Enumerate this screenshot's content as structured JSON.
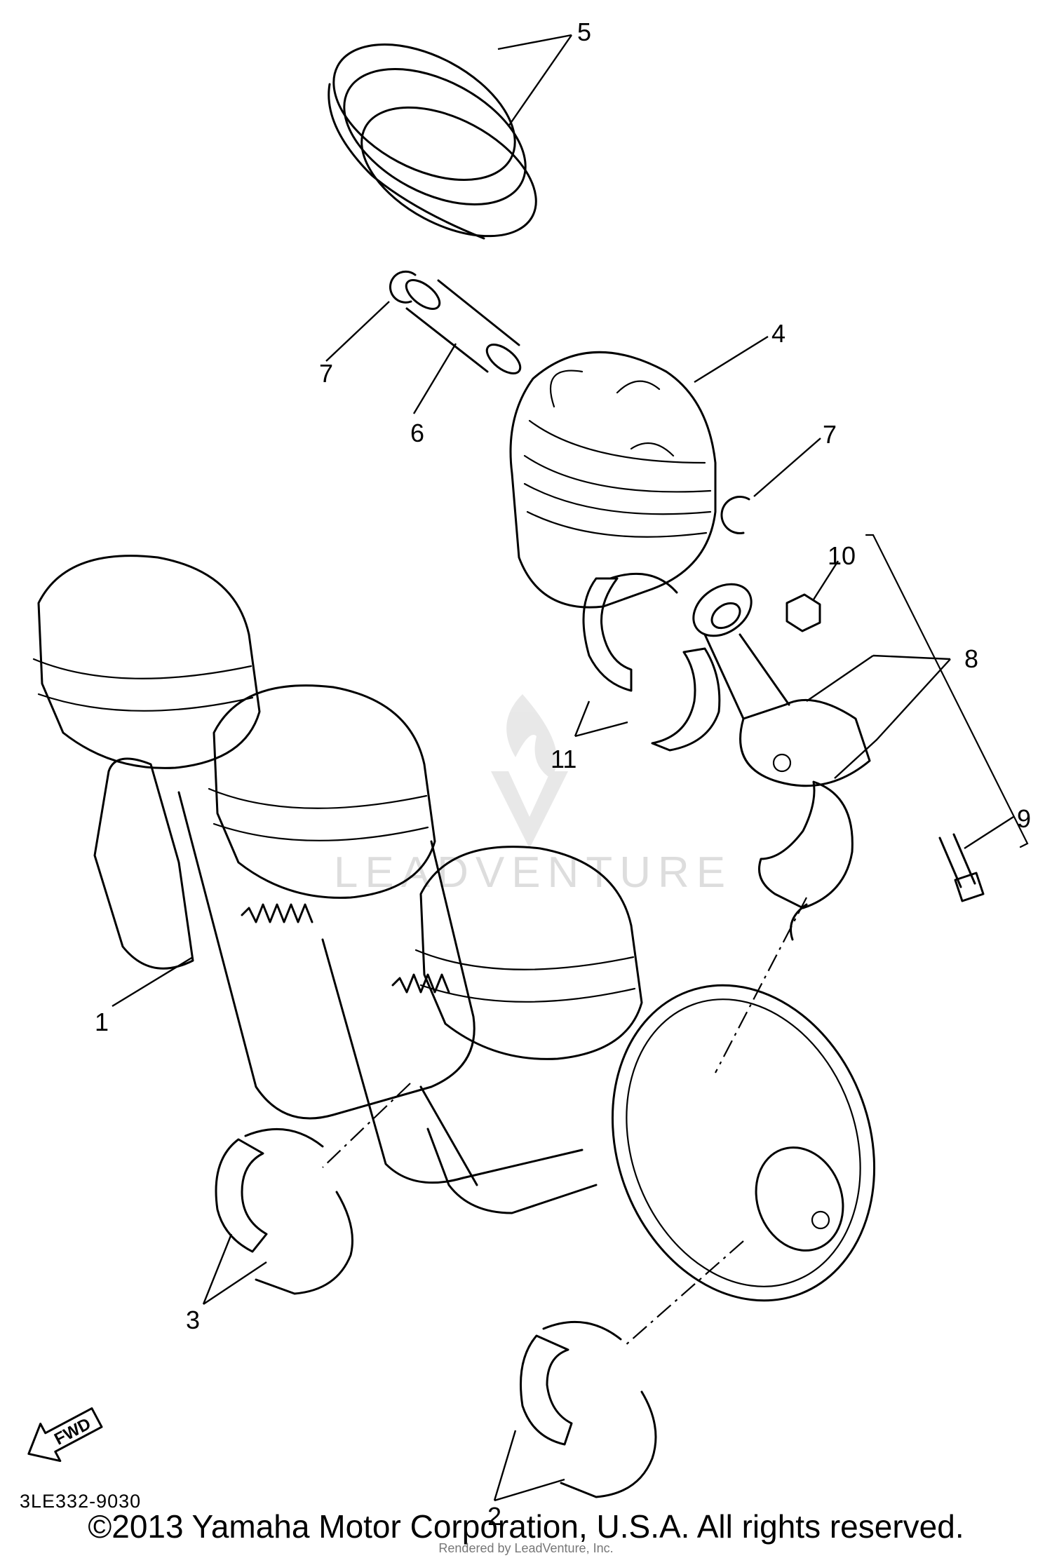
{
  "diagram": {
    "callouts": [
      "1",
      "2",
      "3",
      "4",
      "5",
      "6",
      "7",
      "7",
      "8",
      "9",
      "10",
      "11"
    ],
    "fwd_label": "FWD",
    "drawing_code": "3LE332-9030"
  },
  "watermark": {
    "text": "LEADVENTURE",
    "sub": "Rendered by LeadVenture, Inc."
  },
  "footer": {
    "copyright": "©2013 Yamaha Motor Corporation, U.S.A. All rights reserved."
  }
}
